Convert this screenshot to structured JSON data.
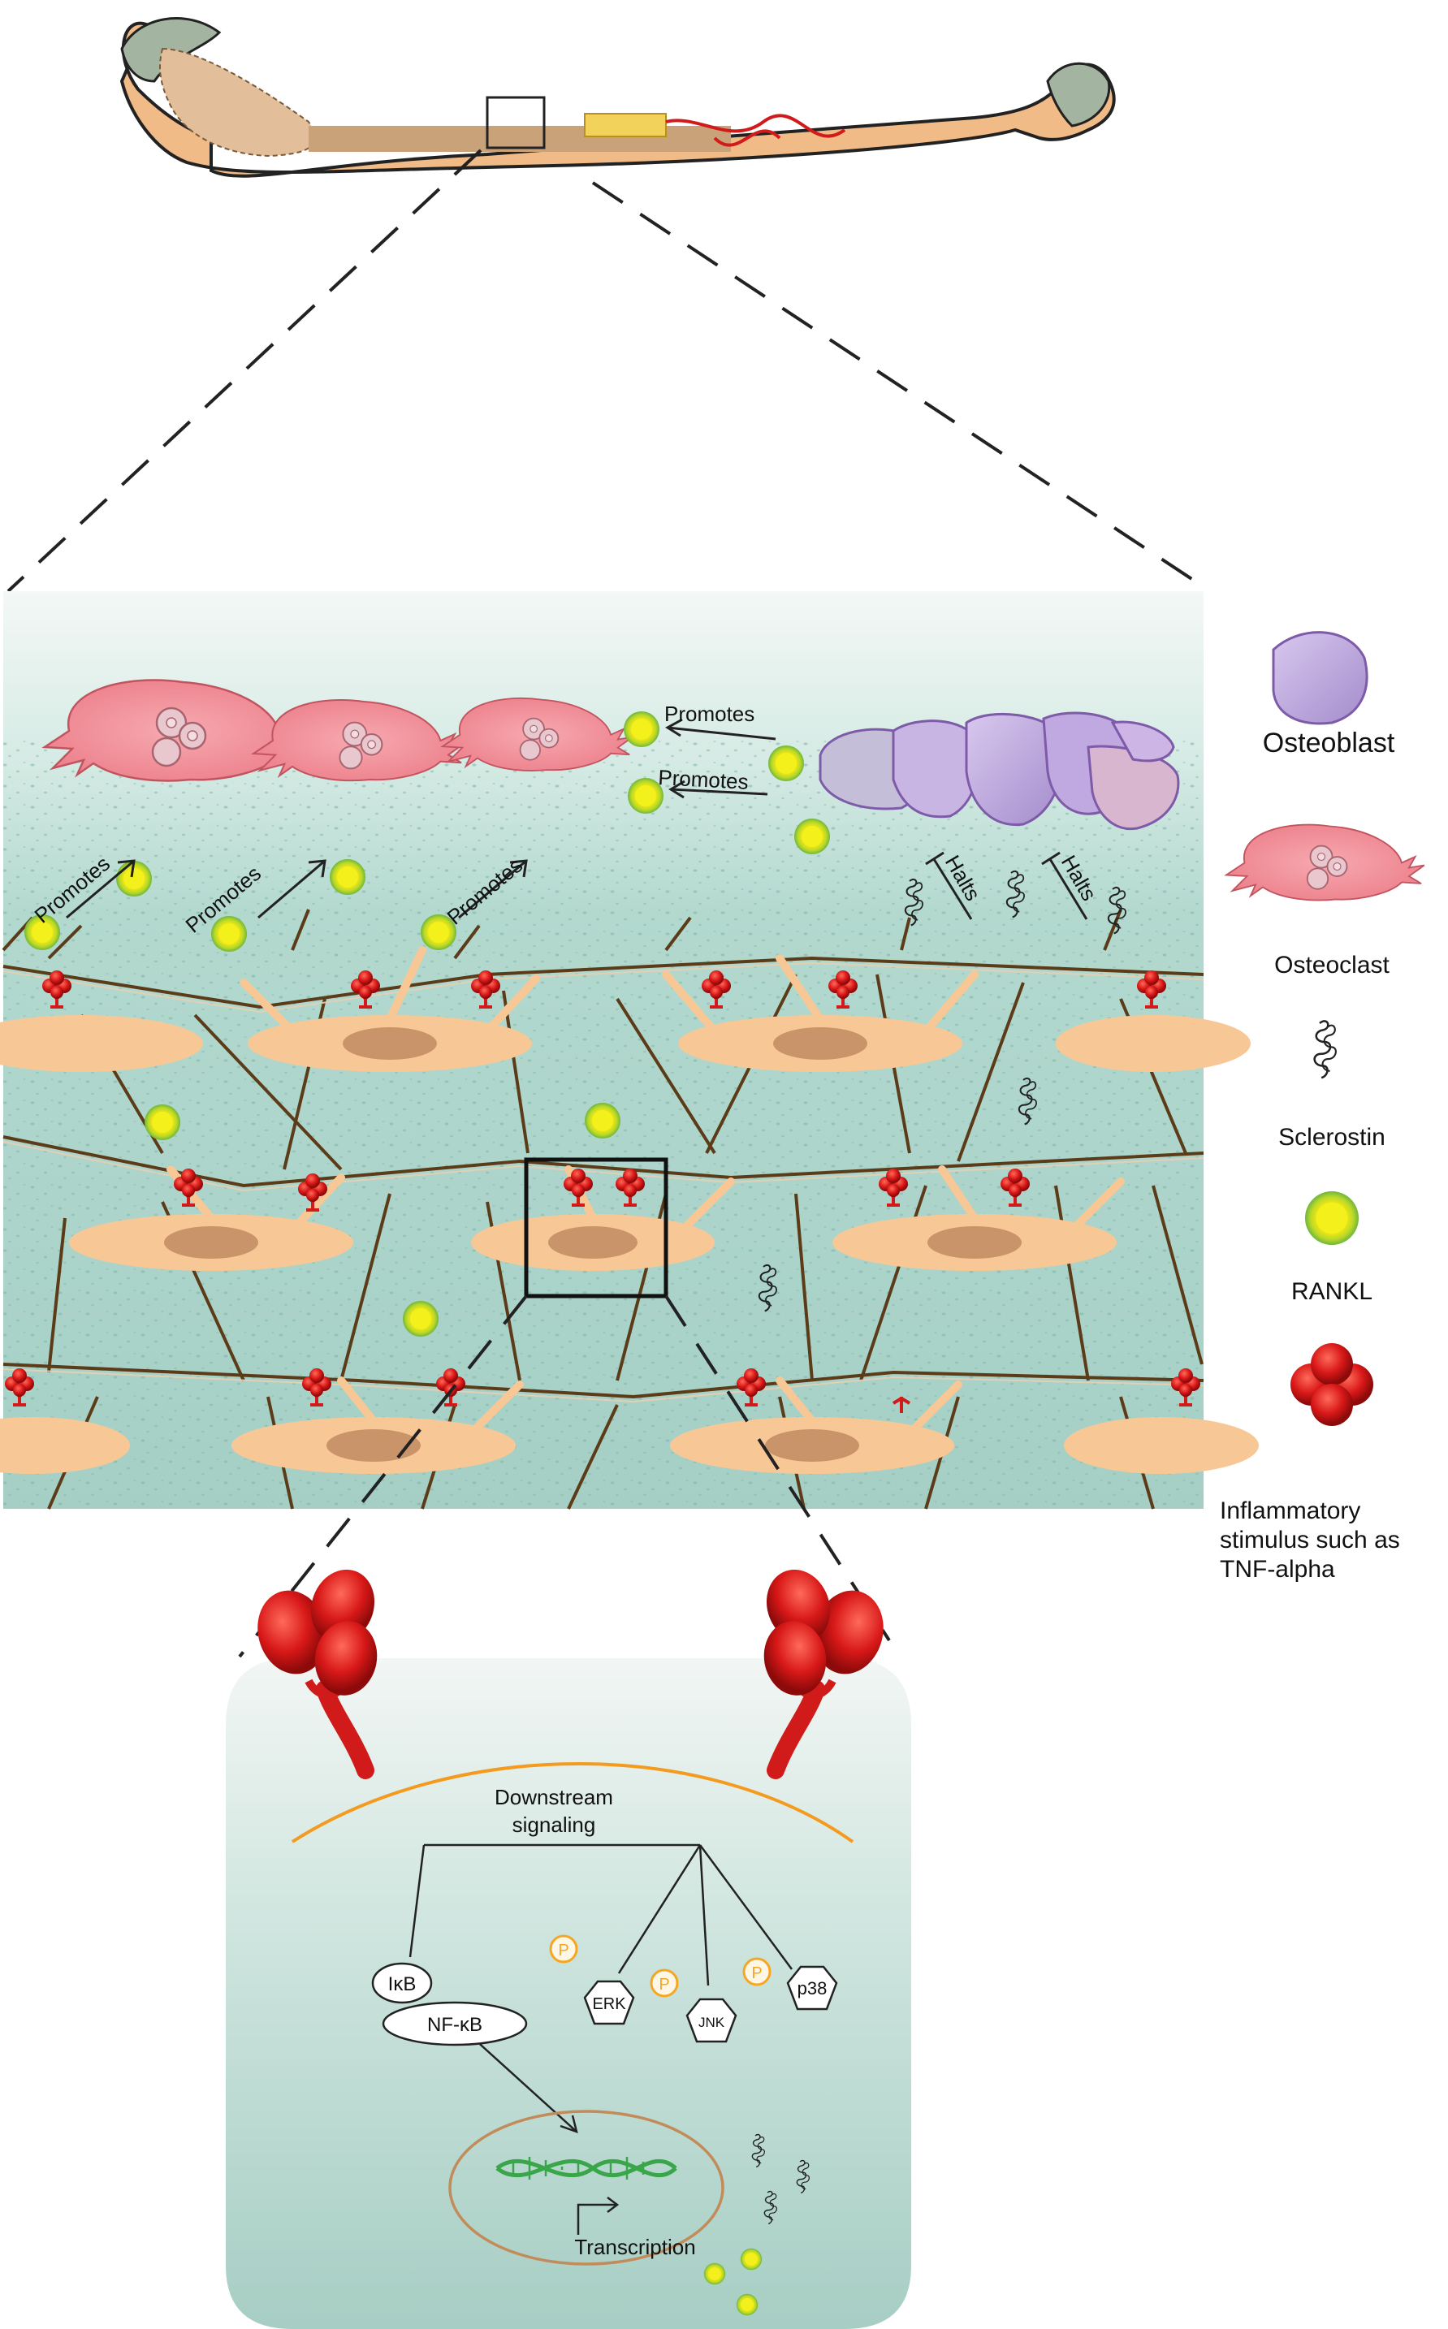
{
  "labels": {
    "promotes": "Promotes",
    "halts": "Halts",
    "downstream_signaling": "Downstream\nsignaling",
    "ikb": "IκB",
    "nfkb": "NF-κB",
    "erk": "ERK",
    "jnk": "JNK",
    "p38": "p38",
    "phospho": "P",
    "transcription": "Transcription"
  },
  "legend": {
    "osteoblast": "Osteoblast",
    "osteoclast": "Osteoclast",
    "sclerostin": "Sclerostin",
    "rankl": "RANKL",
    "inflammatory": "Inflammatory\nstimulus such as\nTNF-alpha"
  },
  "colors": {
    "bone": "#f2be8c",
    "bone_dark": "#c8a479",
    "cartilage": "#9fb19c",
    "matrix_top": "#e9f2ef",
    "matrix": "#a9d3c9",
    "osteocyte_body": "#f7c896",
    "osteocyte_nucleus": "#c9946a",
    "canaliculi": "#5c3b18",
    "osteoclast": "#f08a94",
    "osteoblast": "#b7a0d8",
    "rankl_outer": "#7bc043",
    "rankl_inner": "#f2ef1a",
    "tnf": "#d11a1a",
    "membrane": "#f39a1f",
    "phospho": "#f5a623",
    "dna": "#3aa64a",
    "nucleus_outline": "#c28b5a"
  }
}
